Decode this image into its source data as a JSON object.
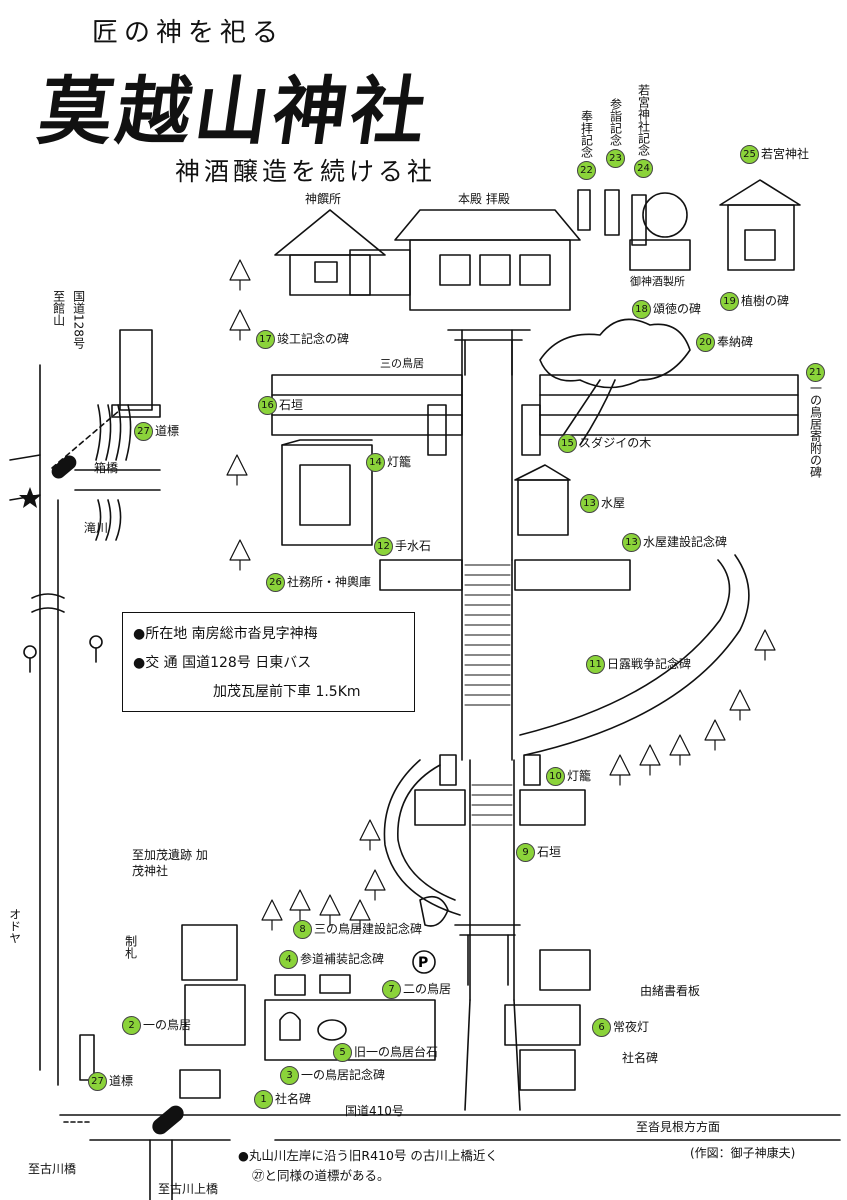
{
  "title": {
    "small": "匠の神を祀る",
    "main": "莫越山神社",
    "sub": "神酒醸造を続ける社"
  },
  "landmarks": [
    {
      "num": "1",
      "label": "社名碑"
    },
    {
      "num": "2",
      "label": "一の鳥居"
    },
    {
      "num": "3",
      "label": "一の鳥居記念碑"
    },
    {
      "num": "4",
      "label": "参道補装記念碑"
    },
    {
      "num": "5",
      "label": "旧一の鳥居台石"
    },
    {
      "num": "6",
      "label": "常夜灯"
    },
    {
      "num": "7",
      "label": "二の鳥居"
    },
    {
      "num": "8",
      "label": "三の鳥居建設記念碑"
    },
    {
      "num": "9",
      "label": "石垣"
    },
    {
      "num": "10",
      "label": "灯籠"
    },
    {
      "num": "11",
      "label": "日露戦争記念碑"
    },
    {
      "num": "12",
      "label": "手水石"
    },
    {
      "num": "13",
      "label": "水屋建設記念碑"
    },
    {
      "num": "13",
      "label": "水屋"
    },
    {
      "num": "14",
      "label": "灯籠"
    },
    {
      "num": "15",
      "label": "スダジイの木"
    },
    {
      "num": "16",
      "label": "石垣"
    },
    {
      "num": "17",
      "label": "竣工記念の碑"
    },
    {
      "num": "18",
      "label": "頌徳の碑"
    },
    {
      "num": "19",
      "label": "植樹の碑"
    },
    {
      "num": "20",
      "label": "奉納碑"
    },
    {
      "num": "21",
      "label": "一の鳥居寄附の碑"
    },
    {
      "num": "22",
      "label": "奉拝記念"
    },
    {
      "num": "23",
      "label": "参詣記念"
    },
    {
      "num": "24",
      "label": "若宮神社記念"
    },
    {
      "num": "25",
      "label": "若宮神社"
    },
    {
      "num": "26",
      "label": "社務所・神輿庫"
    },
    {
      "num": "27",
      "label": "道標"
    },
    {
      "num": "27",
      "label": "道標"
    }
  ],
  "buildings": {
    "shinsenjo": "神饌所",
    "honden": "本殿 拝殿",
    "mikiseizo": "御神酒製所",
    "sannotorii": "三の鳥居",
    "yuisho": "由緒書看板",
    "shamei": "社名碑",
    "seifuda": "制札"
  },
  "roads": {
    "r128_top": "国道128号",
    "to_tateyama": "至館山",
    "hakobashi": "箱橋",
    "takigawa": "滝川",
    "odoya": "オドヤ",
    "r410": "国道410号",
    "to_nekata": "至沓見根方方面",
    "to_furukawabashi": "至古川橋",
    "to_furukawakamibashi": "至古川上橋",
    "to_kamo": "至加茂遺跡 加茂神社"
  },
  "info": {
    "location": "●所在地 南房総市沓見字神梅",
    "access": "●交 通 国道128号 日東バス",
    "access2": "加茂瓦屋前下車 1.5Km"
  },
  "note": {
    "line1": "●丸山川左岸に沿う旧R410号 の古川上橋近く",
    "line2": "㉗と同様の道標がある。"
  },
  "credit": "(作図：御子神康夫)"
}
